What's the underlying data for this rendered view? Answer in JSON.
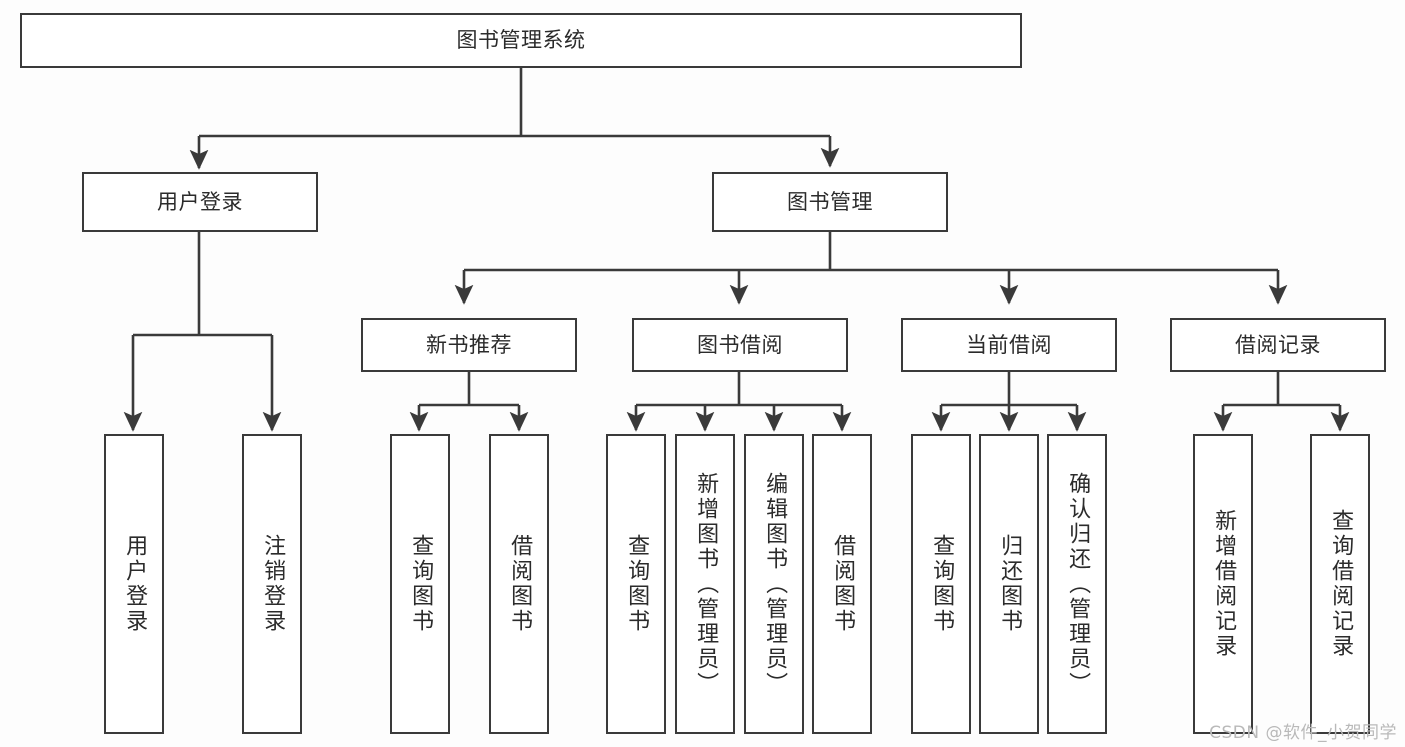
{
  "diagram": {
    "title": "图书管理系统",
    "colors": {
      "stroke": "#3a3a3a",
      "box_fill": "#ffffff",
      "text": "#2b2b2b",
      "background": "#fdfdfd",
      "watermark": "#b9b9b9"
    },
    "root": {
      "label": "图书管理系统"
    },
    "level2": [
      {
        "label": "用户登录"
      },
      {
        "label": "图书管理"
      }
    ],
    "level3": [
      {
        "label": "新书推荐"
      },
      {
        "label": "图书借阅"
      },
      {
        "label": "当前借阅"
      },
      {
        "label": "借阅记录"
      }
    ],
    "leaves": {
      "user_login": [
        {
          "label": "用户登录"
        },
        {
          "label": "注销登录"
        }
      ],
      "new_book_recommend": [
        {
          "label": "查询图书"
        },
        {
          "label": "借阅图书"
        }
      ],
      "book_borrow": [
        {
          "label": "查询图书"
        },
        {
          "label": "新增图书（管理员）"
        },
        {
          "label": "编辑图书（管理员）"
        },
        {
          "label": "借阅图书"
        }
      ],
      "current_borrow": [
        {
          "label": "查询图书"
        },
        {
          "label": "归还图书"
        },
        {
          "label": "确认归还（管理员）"
        }
      ],
      "borrow_record": [
        {
          "label": "新增借阅记录"
        },
        {
          "label": "查询借阅记录"
        }
      ]
    }
  },
  "watermark": {
    "text": "CSDN @软件_小贺同学"
  }
}
